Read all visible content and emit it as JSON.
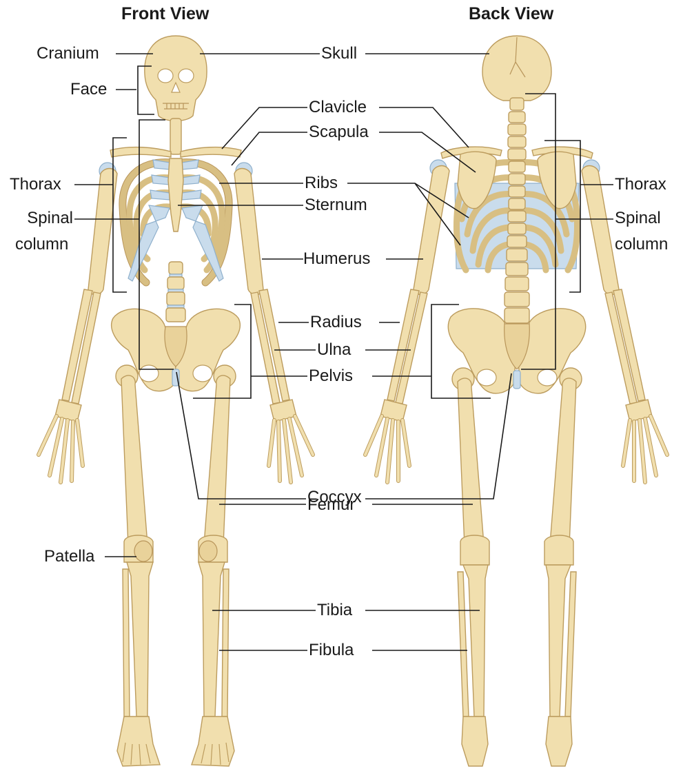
{
  "views": {
    "front": "Front View",
    "back": "Back View"
  },
  "labels": {
    "cranium": "Cranium",
    "face": "Face",
    "thorax": "Thorax",
    "spinal": "Spinal",
    "column": "column",
    "patella": "Patella",
    "skull": "Skull",
    "clavicle": "Clavicle",
    "scapula": "Scapula",
    "ribs": "Ribs",
    "sternum": "Sternum",
    "humerus": "Humerus",
    "radius": "Radius",
    "ulna": "Ulna",
    "pelvis": "Pelvis",
    "coccyx": "Coccyx",
    "femur": "Femur",
    "tibia": "Tibia",
    "fibula": "Fibula"
  },
  "colors": {
    "bone": "#f1dfae",
    "bone_outline": "#bc9c5e",
    "cartilage": "#c9dcec",
    "text": "#1a1a1a"
  }
}
